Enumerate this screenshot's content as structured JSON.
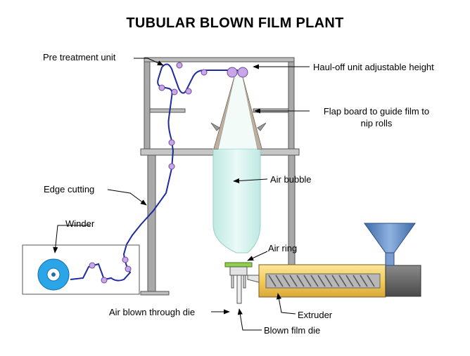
{
  "title": "TUBULAR BLOWN FILM PLANT",
  "labels": {
    "pretreatment": "Pre treatment unit",
    "hauloff": "Haul-off unit adjustable height",
    "flap_line1": "Flap board to guide film to",
    "flap_line2": "nip rolls",
    "air_bubble": "Air bubble",
    "edge_cutting": "Edge cutting",
    "winder": "Winder",
    "air_ring": "Air ring",
    "air_blown": "Air blown through die",
    "extruder": "Extruder",
    "blown_film_die": "Blown film die"
  },
  "colors": {
    "frame": "#a0a0a0",
    "frame_dark": "#5a5a5a",
    "film_path": "#1f2aa0",
    "roller": "#c9a6e8",
    "flap_board": "#8a5a3a",
    "bubble": "#d7f3ee",
    "air_ring": "#8fcf4a",
    "barrel": "#f5d36a",
    "hopper": "#5c85c0",
    "winder_roll": "#2aa5e8",
    "motor": "#6e6e6e"
  }
}
